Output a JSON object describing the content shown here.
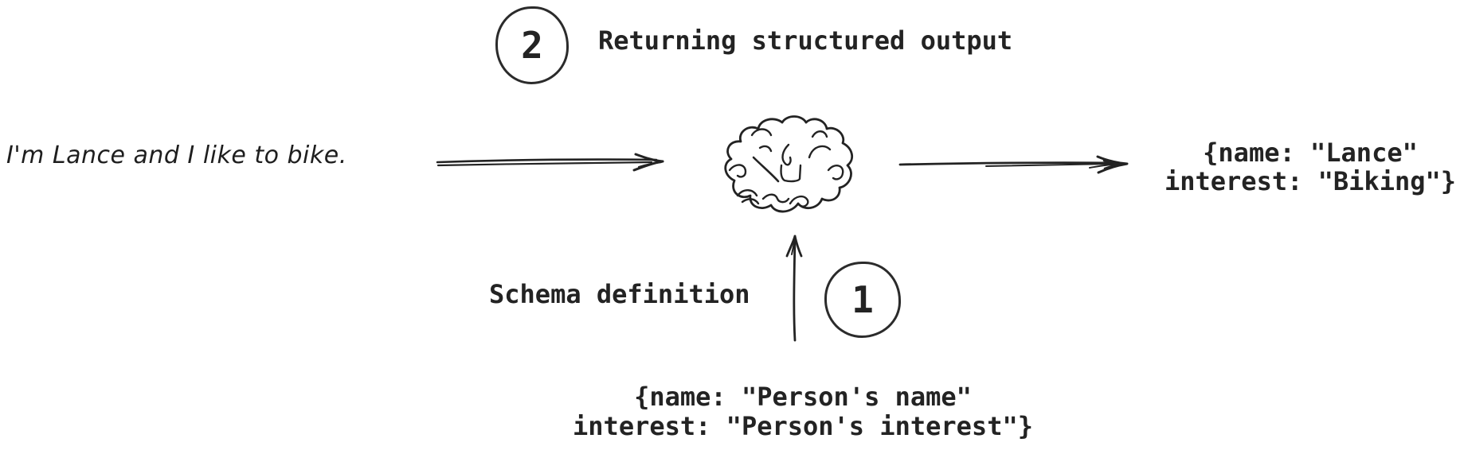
{
  "colors": {
    "background": "#ffffff",
    "ink": "#232323"
  },
  "header": {
    "step_badge": "2",
    "title": "Returning structured output"
  },
  "flow": {
    "input_text": "I'm Lance and I like to bike.",
    "output_code": {
      "line1": "{name: \"Lance\"",
      "line2": "interest: \"Biking\"}"
    }
  },
  "schema": {
    "label": "Schema definition",
    "step_badge": "1",
    "code": {
      "line1": "{name: \"Person's name\"",
      "line2": "interest: \"Person's interest\"}"
    }
  },
  "icons": {
    "brain": "brain-icon",
    "input_arrow": "arrow-right-icon",
    "output_arrow": "arrow-right-icon",
    "schema_arrow": "arrow-up-icon"
  }
}
